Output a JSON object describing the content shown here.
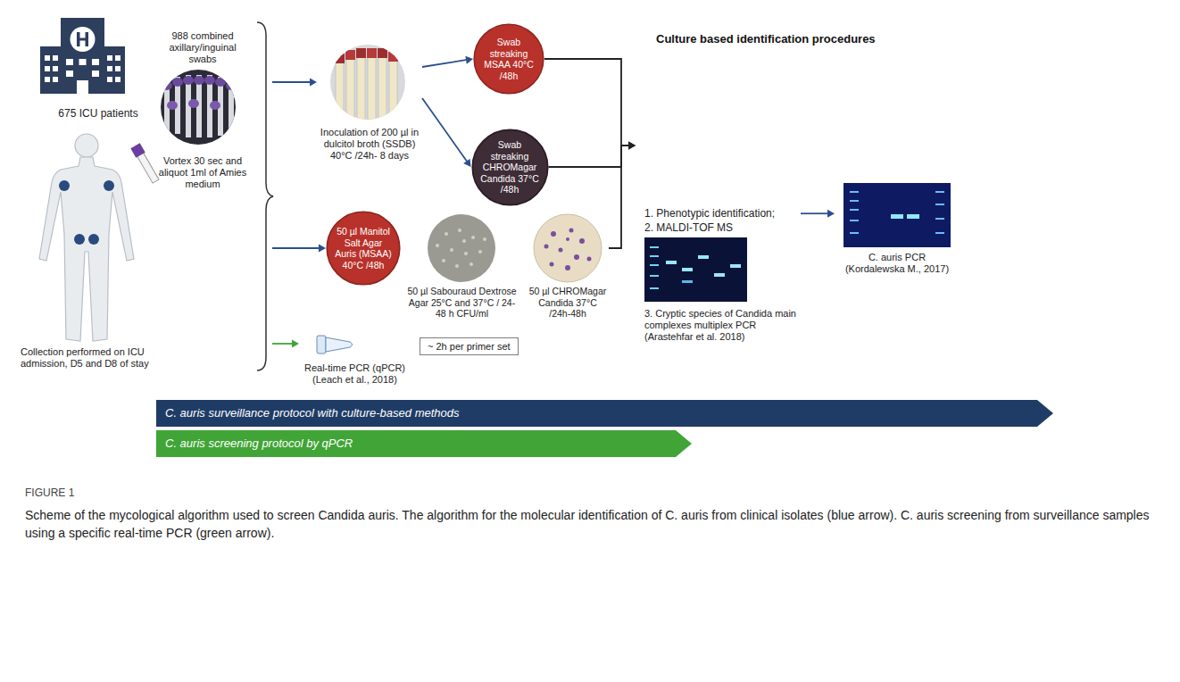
{
  "diagram": {
    "caption": "Scheme of the mycological algorithm used to screen Candida auris. The algorithm for the molecular identification of C. auris from clinical isolates (blue arrow). C. auris screening from surveillance samples using a specific real-time PCR (green arrow).",
    "nodes": [
      {
        "text": [
          "675 ICU patients",
          "988 combined axillary/inguinal swabs",
          "Vortex 30 sec and aliquot 1ml of Amies medium",
          "Collection performed on ICU admission, D5 and D8 of stay"
        ]
      },
      {
        "text": [
          "Inoculation of 200 µl in dulcitol broth (SSDB) 40°C /24h- 8 days"
        ]
      },
      {
        "text": [
          "Swab streaking MSAA 40°C /48h"
        ]
      },
      {
        "text": [
          "Swab streaking CHROMagar Candida 37°C /48h"
        ]
      },
      {
        "text": [
          "50 µl Manitol Salt Agar Auris (MSAA) 40°C /48h"
        ]
      },
      {
        "text": [
          "50 µl Sabouraud Dextrose Agar 25°C and 37°C / 24-48 h CFU/ml"
        ]
      },
      {
        "text": [
          "50 µl CHROMagar Candida 37°C /24h-48h"
        ]
      },
      {
        "text": [
          "Real-time PCR (qPCR) (Leach et al., 2018)"
        ]
      },
      {
        "text": [
          "~ 2h per primer set"
        ]
      },
      {
        "text": [
          "1. Phenotypic identification;",
          "2. MALDI-TOF MS",
          "3. Cryptic species of Candida main complexes multiplex PCR (Arastehfar et al. 2018)"
        ]
      },
      {
        "text": [
          "C. auris PCR (Kordalewska M., 2017)"
        ]
      },
      {
        "text": [
          "C. auris surveillance protocol with culture-based methods"
        ]
      },
      {
        "text": [
          "C. auris screening protocol by qPCR"
        ]
      }
    ],
    "edges": [
      {
        "from": 0,
        "to": 1,
        "arrow": "to"
      },
      {
        "from": 0,
        "to": 4,
        "arrow": "to"
      },
      {
        "from": 0,
        "to": 7,
        "arrow": "to"
      },
      {
        "from": 1,
        "to": 2,
        "arrow": "to"
      },
      {
        "from": 1,
        "to": 3,
        "arrow": "to"
      },
      {
        "from": 2,
        "to": 9,
        "arrow": "to"
      },
      {
        "from": 3,
        "to": 9,
        "arrow": "to"
      },
      {
        "from": 6,
        "to": 9,
        "arrow": "to"
      },
      {
        "from": 9,
        "to": 10,
        "arrow": "to"
      }
    ],
    "labels": [
      "Culture based identification procedures",
      "FIGURE 1"
    ]
  }
}
